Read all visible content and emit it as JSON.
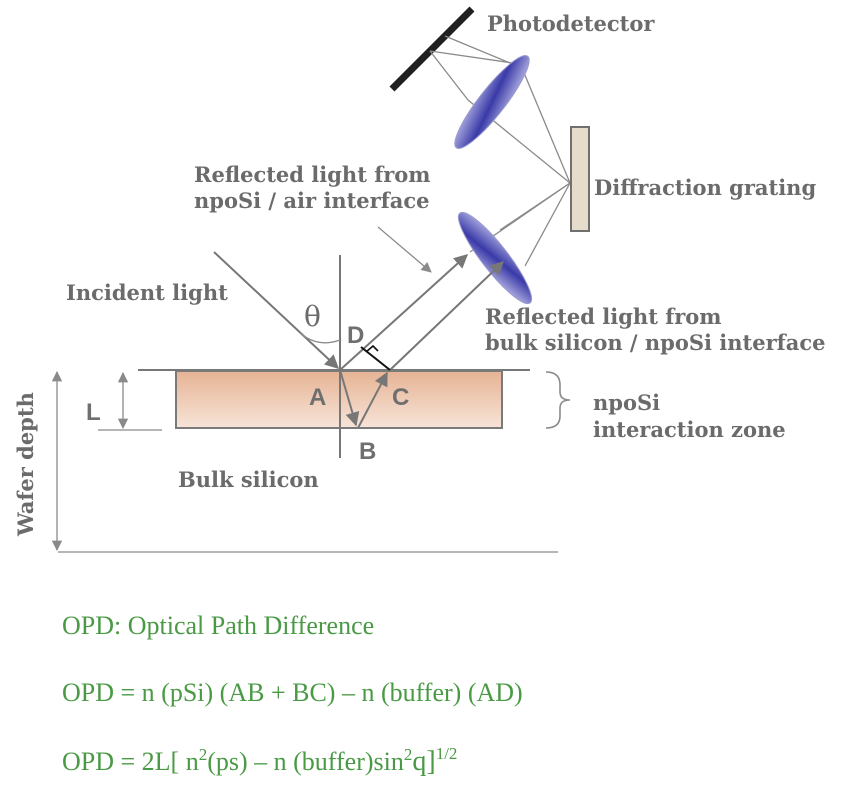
{
  "labels": {
    "photodetector": "Photodetector",
    "diffraction_grating": "Diffraction grating",
    "reflected_air_line1": "Reflected light from",
    "reflected_air_line2": "npoSi / air interface",
    "incident_light": "Incident light",
    "theta": "θ",
    "reflected_bulk_line1": "Reflected light from",
    "reflected_bulk_line2": "bulk silicon / npoSi interface",
    "zone_line1": "npoSi",
    "zone_line2": "interaction zone",
    "bulk_silicon": "Bulk silicon",
    "wafer_depth": "Wafer depth",
    "thickness": "L",
    "point_a": "A",
    "point_b": "B",
    "point_c": "C",
    "point_d": "D"
  },
  "equations": {
    "definition": "OPD: Optical Path Difference",
    "opd_path": "OPD = n (pSi) (AB + BC) – n (buffer) (AD)",
    "opd_formula_pre": "OPD = 2L[ n",
    "opd_formula_sup1": "2",
    "opd_formula_mid": "(ps) – n (buffer)sin",
    "opd_formula_sup2": "2",
    "opd_formula_q": "q]",
    "opd_formula_sup3": "1/2"
  },
  "colors": {
    "text_gray": "#6b6b6b",
    "equation_green": "#4a9a45",
    "layer_fill_top": "#e8b89a",
    "layer_fill_bottom": "#f6e2d6",
    "grating": "#e5dccb",
    "lens": "#3a3aa8"
  }
}
